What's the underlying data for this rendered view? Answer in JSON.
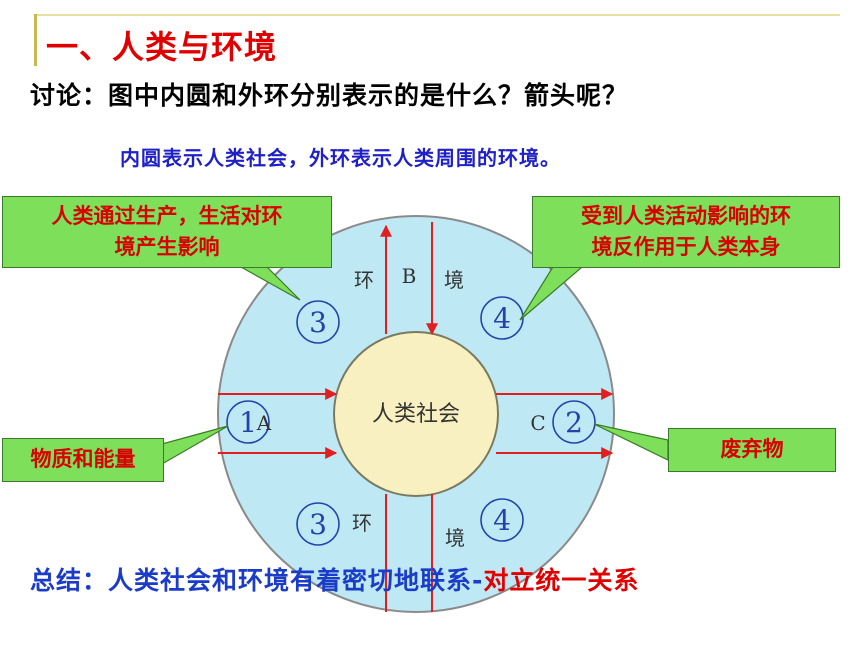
{
  "title": "一、人类与环境",
  "question": "讨论：图中内圆和外环分别表示的是什么？箭头呢？",
  "answer": "内圆表示人类社会，外环表示人类周围的环境。",
  "diagram": {
    "inner_label": "人类社会",
    "ring_char_1": "环",
    "ring_char_2": "境",
    "letter_a": "A",
    "letter_b": "B",
    "letter_c": "C",
    "num_1": "1",
    "num_2": "2",
    "num_3": "3",
    "num_4": "4",
    "colors": {
      "ring": "#bfe8f5",
      "inner": "#f8f0c0",
      "arrow": "#e02020",
      "num": "#2244aa"
    }
  },
  "callouts": {
    "top_left_line1": "人类通过生产，生活对环",
    "top_left_line2": "境产生影响",
    "top_right_line1": "受到人类活动影响的环",
    "top_right_line2": "境反作用于人类本身",
    "left": "物质和能量",
    "right": "废弃物"
  },
  "summary": {
    "main": "总结：人类社会和环境有着密切地联系-",
    "highlight": "对立统一关系"
  }
}
